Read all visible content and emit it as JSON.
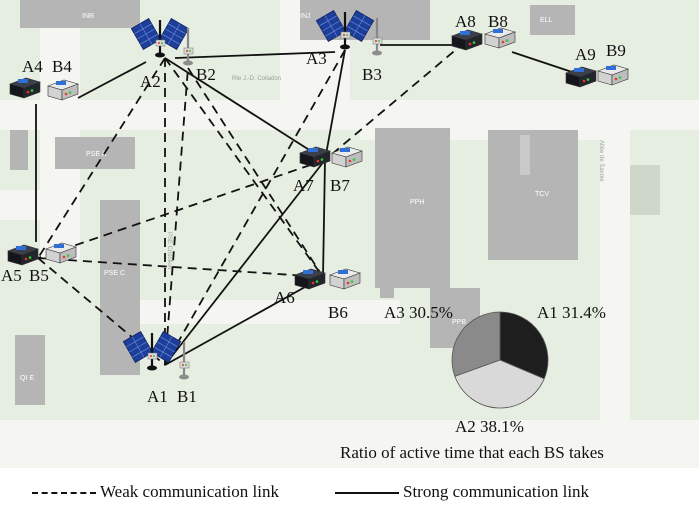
{
  "map": {
    "building_labels": [
      "INR",
      "INJ",
      "ELL",
      "PSE A",
      "PPH",
      "TCV",
      "PSE C",
      "PPB",
      "QI E"
    ],
    "street_labels": [
      "Rte J.-D. Colladon",
      "Allée de Savoie",
      "PSE Crisollon"
    ]
  },
  "nodes": {
    "A1": {
      "label": "A1",
      "type": "solar-antenna"
    },
    "B1": {
      "label": "B1",
      "type": "antenna"
    },
    "A2": {
      "label": "A2",
      "type": "solar-antenna"
    },
    "B2": {
      "label": "B2",
      "type": "antenna"
    },
    "A3": {
      "label": "A3",
      "type": "solar-antenna"
    },
    "B3": {
      "label": "B3",
      "type": "antenna"
    },
    "A4": {
      "label": "A4",
      "type": "box"
    },
    "B4": {
      "label": "B4",
      "type": "box"
    },
    "A5": {
      "label": "A5",
      "type": "box"
    },
    "B5": {
      "label": "B5",
      "type": "box"
    },
    "A6": {
      "label": "A6",
      "type": "box"
    },
    "B6": {
      "label": "B6",
      "type": "box"
    },
    "A7": {
      "label": "A7",
      "type": "box"
    },
    "B7": {
      "label": "B7",
      "type": "box"
    },
    "A8": {
      "label": "A8",
      "type": "box"
    },
    "B8": {
      "label": "B8",
      "type": "box"
    },
    "A9": {
      "label": "A9",
      "type": "box"
    },
    "B9": {
      "label": "B9",
      "type": "box"
    }
  },
  "links": [
    {
      "from": "A2",
      "to": "A3",
      "kind": "strong"
    },
    {
      "from": "A3",
      "to": "A8",
      "kind": "strong"
    },
    {
      "from": "A8",
      "to": "A9",
      "kind": "strong"
    },
    {
      "from": "A4",
      "to": "A2",
      "kind": "strong"
    },
    {
      "from": "A4",
      "to": "A5",
      "kind": "strong"
    },
    {
      "from": "A2",
      "to": "A7",
      "kind": "strong"
    },
    {
      "from": "A3",
      "to": "A7",
      "kind": "strong"
    },
    {
      "from": "A7",
      "to": "A6",
      "kind": "strong"
    },
    {
      "from": "A7",
      "to": "A1",
      "kind": "strong"
    },
    {
      "from": "A1",
      "to": "A6",
      "kind": "strong"
    },
    {
      "from": "A2",
      "to": "A1",
      "kind": "weak"
    },
    {
      "from": "A2",
      "to": "A5",
      "kind": "weak"
    },
    {
      "from": "A2",
      "to": "A6",
      "kind": "weak"
    },
    {
      "from": "A3",
      "to": "A1",
      "kind": "weak"
    },
    {
      "from": "A8",
      "to": "A7",
      "kind": "weak"
    },
    {
      "from": "A7",
      "to": "A5",
      "kind": "weak"
    },
    {
      "from": "A5",
      "to": "A6",
      "kind": "weak"
    },
    {
      "from": "A5",
      "to": "A1",
      "kind": "weak"
    },
    {
      "from": "A1",
      "to": "B2",
      "kind": "weak"
    },
    {
      "from": "B2",
      "to": "A6",
      "kind": "weak"
    }
  ],
  "pie": {
    "caption": "Ratio of active time that each BS takes",
    "slices": [
      {
        "name": "A1",
        "label": "A1 31.4%",
        "value": 31.4,
        "color": "#1e1e1e"
      },
      {
        "name": "A2",
        "label": "A2 38.1%",
        "value": 38.1,
        "color": "#d9d9d9"
      },
      {
        "name": "A3",
        "label": "A3 30.5%",
        "value": 30.5,
        "color": "#8a8a8a"
      }
    ]
  },
  "legend": {
    "weak": "Weak communication link",
    "strong": "Strong communication link"
  },
  "colors": {
    "background": "#ffffff",
    "park": "#e6ede1",
    "building": "#b5b5b5",
    "road": "#f7f7f4",
    "link": "#111111"
  }
}
